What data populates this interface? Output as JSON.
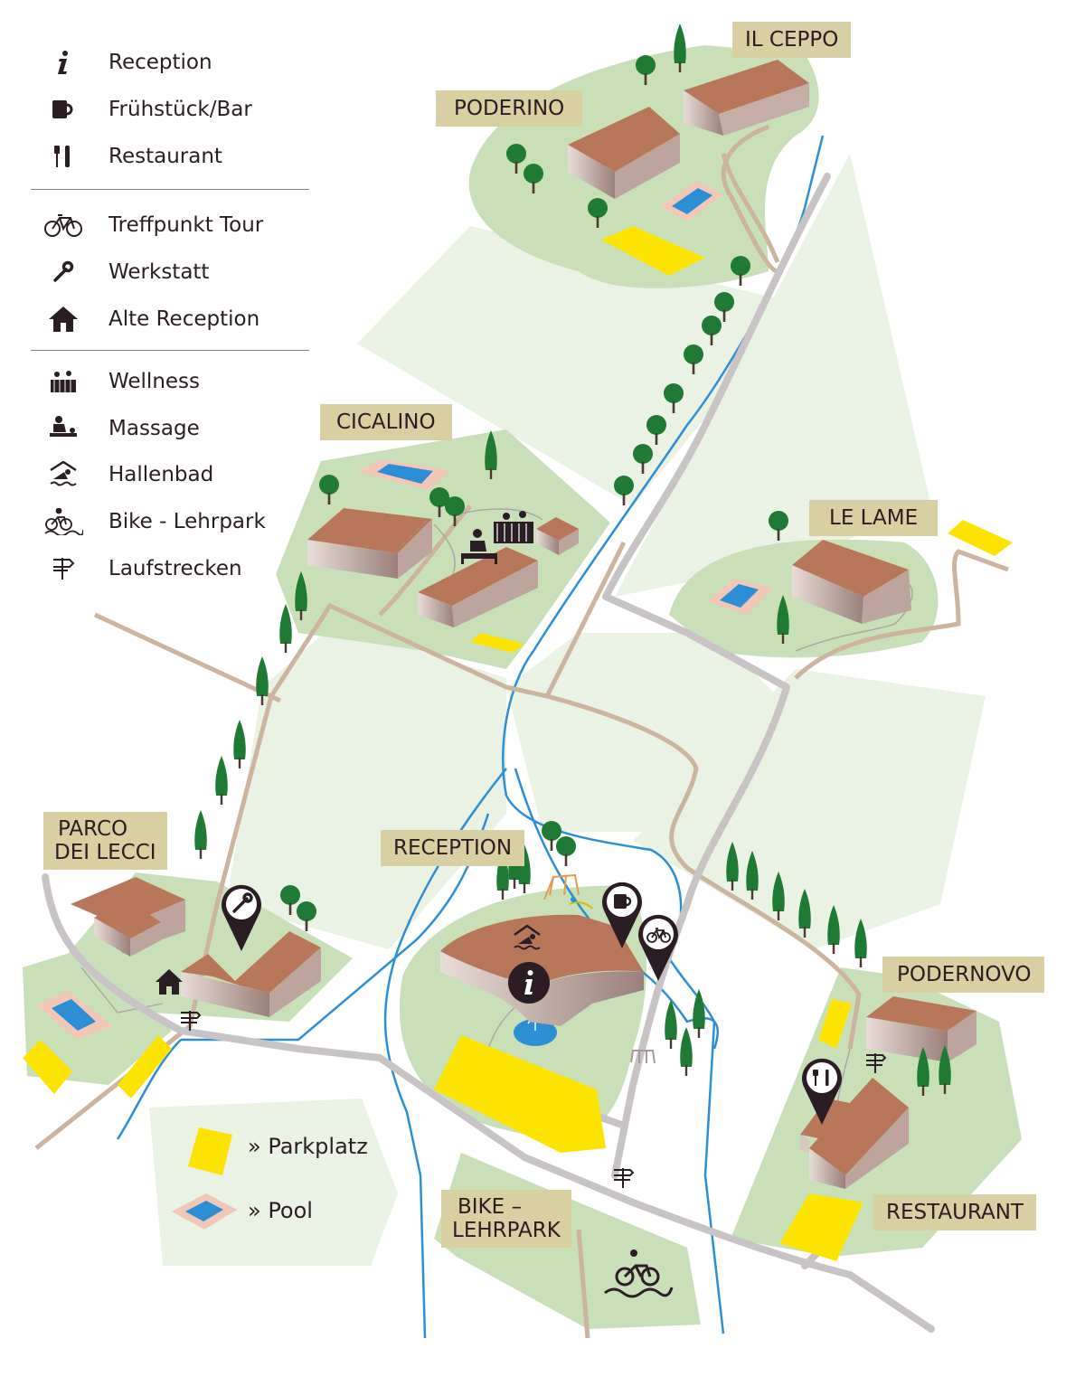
{
  "legend": {
    "items": [
      {
        "icon": "info-icon",
        "label": "Reception"
      },
      {
        "icon": "coffee-cup-icon",
        "label": "Frühstück/Bar"
      },
      {
        "icon": "fork-knife-icon",
        "label": "Restaurant"
      },
      {
        "icon": "bicycle-icon",
        "label": "Treffpunkt Tour"
      },
      {
        "icon": "wrench-icon",
        "label": "Werkstatt"
      },
      {
        "icon": "house-icon",
        "label": "Alte Reception"
      },
      {
        "icon": "hot-tub-icon",
        "label": "Wellness"
      },
      {
        "icon": "massage-icon",
        "label": "Massage"
      },
      {
        "icon": "swimmer-icon",
        "label": "Hallenbad"
      },
      {
        "icon": "bike-rider-icon",
        "label": "Bike - Lehrpark"
      },
      {
        "icon": "signpost-icon",
        "label": "Laufstrecken"
      }
    ]
  },
  "area_legend": {
    "parking": "» Parkplatz",
    "pool": "» Pool"
  },
  "places": {
    "il_ceppo": "IL CEPPO",
    "poderino": "PODERINO",
    "cicalino": "CICALINO",
    "le_lame": "LE LAME",
    "parco_line1": "PARCO",
    "parco_line2": "DEI LECCI",
    "reception": "RECEPTION",
    "podernovo": "PODERNOVO",
    "bike_line1": "BIKE –",
    "bike_line2": "LEHRPARK",
    "restaurant": "RESTAURANT"
  },
  "colors": {
    "meadow": "#c9dfb8",
    "field": "#eaf2e3",
    "roof": "#b8765a",
    "road": "#c8c3c5",
    "track": "#cdb49f",
    "stream": "#2c8fd6",
    "parking": "#fde400",
    "pool": "#2c8fd6",
    "tree": "#1f7a33",
    "pin": "#2a1d24",
    "label_bg": "#d8cfa2"
  }
}
